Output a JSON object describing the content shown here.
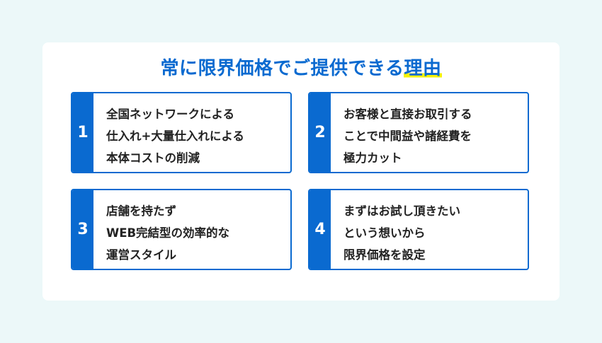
{
  "title": {
    "main": "常に限界価格でご提供できる",
    "highlight": "理由"
  },
  "colors": {
    "accent": "#0a6ad0",
    "highlight": "#f6f200",
    "background": "#ecf8f9"
  },
  "reasons": [
    {
      "number": "1",
      "lines": [
        "全国ネットワークによる",
        "仕入れ+大量仕入れによる",
        "本体コストの削減"
      ]
    },
    {
      "number": "2",
      "lines": [
        "お客様と直接お取引する",
        "ことで中間益や諸経費を",
        "極力カット"
      ]
    },
    {
      "number": "3",
      "lines": [
        "店舗を持たず",
        "WEB完結型の効率的な",
        "運営スタイル"
      ]
    },
    {
      "number": "4",
      "lines": [
        "まずはお試し頂きたい",
        "という想いから",
        "限界価格を設定"
      ]
    }
  ]
}
